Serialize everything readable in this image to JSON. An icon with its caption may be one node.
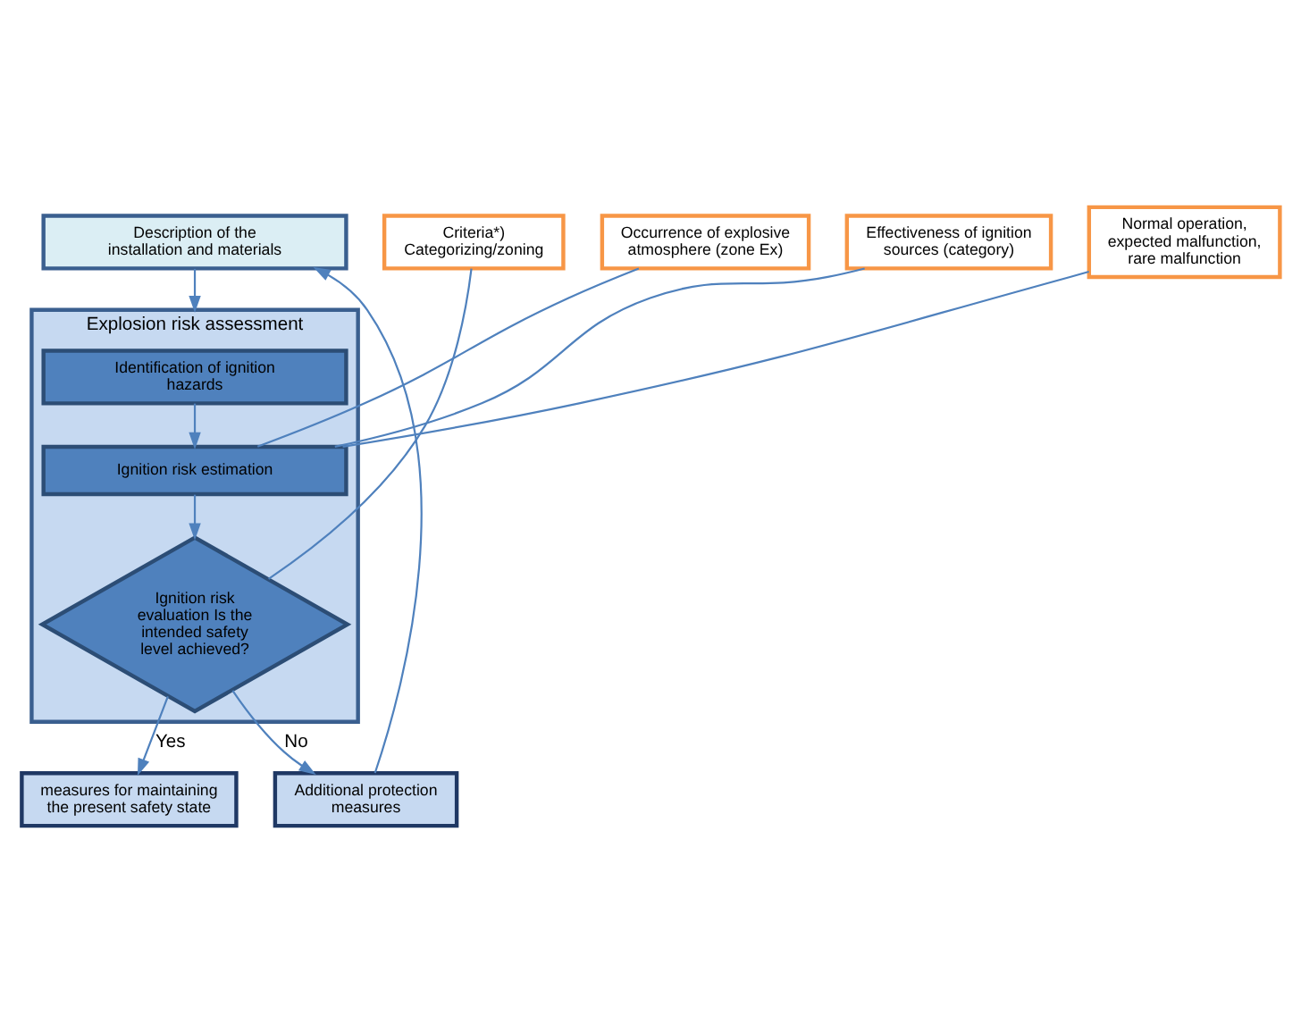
{
  "diagram": {
    "nodes": [
      {
        "text": [
          "Description of the installation and materials"
        ]
      },
      {
        "text": [
          "Explosion risk assessment"
        ]
      },
      {
        "text": [
          "Identification of ignition hazards"
        ],
        "in": 1
      },
      {
        "text": [
          "Ignition risk estimation"
        ],
        "in": 1
      },
      {
        "text": [
          "Ignition risk evaluation Is the intended safety level achieved?"
        ],
        "in": 1
      },
      {
        "text": [
          "Occurrence of explosive atmosphere (zone Ex)"
        ]
      },
      {
        "text": [
          "Effectiveness of ignition sources (category)"
        ]
      },
      {
        "text": [
          "Normal operation, expected malfunction, rare malfunction"
        ]
      },
      {
        "text": [
          "Criteria*) Categorizing/zoning"
        ]
      },
      {
        "text": [
          "measures for maintaining the present safety state"
        ]
      },
      {
        "text": [
          "Additional protection measures"
        ]
      }
    ],
    "edges": [
      {
        "from": 0,
        "to": 1,
        "arrow": "to"
      },
      {
        "from": 2,
        "to": 3,
        "arrow": "to"
      },
      {
        "from": 3,
        "to": 4,
        "arrow": "to"
      },
      {
        "from": 5,
        "to": 3,
        "arrow": "none"
      },
      {
        "from": 6,
        "to": 3,
        "arrow": "none"
      },
      {
        "from": 7,
        "to": 3,
        "arrow": "none"
      },
      {
        "from": 8,
        "to": 4,
        "arrow": "none"
      },
      {
        "from": 4,
        "to": 9,
        "arrow": "to",
        "label": "Yes"
      },
      {
        "from": 4,
        "to": 10,
        "arrow": "to",
        "label": "No"
      },
      {
        "from": 10,
        "to": 0,
        "arrow": "to"
      }
    ]
  }
}
